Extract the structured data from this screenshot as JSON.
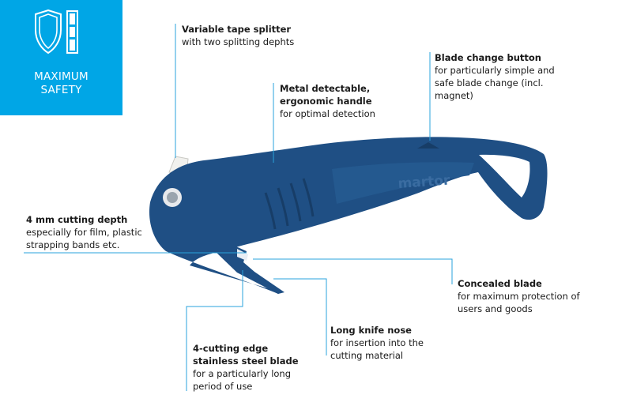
{
  "badge": {
    "line1": "MAXIMUM",
    "line2": "SAFETY",
    "icon": "shield-icon",
    "color": "#00a6e6"
  },
  "product": {
    "brand": "martor",
    "body_color": "#1f4f84",
    "leader_color": "#2aa3dc"
  },
  "callouts": {
    "tape_splitter": {
      "title": "Variable tape splitter",
      "desc": "with two splitting dephts"
    },
    "blade_change": {
      "title": "Blade change button",
      "desc": "for particularly simple and safe blade change (incl. magnet)"
    },
    "handle": {
      "title_1": "Metal detectable,",
      "title_2": "ergonomic handle",
      "desc": "for optimal detection"
    },
    "cutting_depth": {
      "title": "4 mm cutting depth",
      "desc": "especially for film, plastic strapping bands etc."
    },
    "concealed_blade": {
      "title": "Concealed blade",
      "desc": "for maximum protection of users and goods"
    },
    "knife_nose": {
      "title": "Long knife nose",
      "desc": "for insertion into the cutting material"
    },
    "steel_blade": {
      "title_1": "4-cutting edge",
      "title_2": "stainless steel blade",
      "desc": "for a particularly long period of use"
    }
  }
}
